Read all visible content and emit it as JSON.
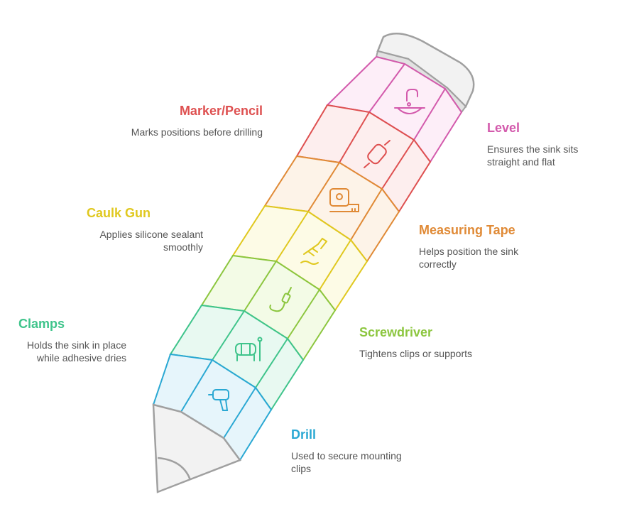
{
  "colors": {
    "drill": "#2aa8d3",
    "clamps": "#3fc48b",
    "screwdriver": "#8cc63f",
    "caulk_gun": "#e0c81f",
    "measuring_tape": "#e08a36",
    "marker_pencil": "#de5050",
    "level": "#d35aac"
  },
  "items": [
    {
      "key": "marker_pencil",
      "icon": "rolling-pin-icon",
      "title": "Marker/Pencil",
      "desc": "Marks positions before drilling"
    },
    {
      "key": "level",
      "icon": "sink-faucet-icon",
      "title": "Level",
      "desc": "Ensures the sink sits straight and flat"
    },
    {
      "key": "caulk_gun",
      "icon": "glue-gun-icon",
      "title": "Caulk Gun",
      "desc": "Applies silicone sealant smoothly"
    },
    {
      "key": "measuring_tape",
      "icon": "measuring-tape-icon",
      "title": "Measuring Tape",
      "desc": "Helps position the sink correctly"
    },
    {
      "key": "clamps",
      "icon": "clamp-icon",
      "title": "Clamps",
      "desc": "Holds the sink in place while adhesive dries"
    },
    {
      "key": "screwdriver",
      "icon": "screwdriver-icon",
      "title": "Screwdriver",
      "desc": "Tightens clips or supports"
    },
    {
      "key": "drill",
      "icon": "drill-icon",
      "title": "Drill",
      "desc": "Used to secure mounting clips"
    }
  ]
}
